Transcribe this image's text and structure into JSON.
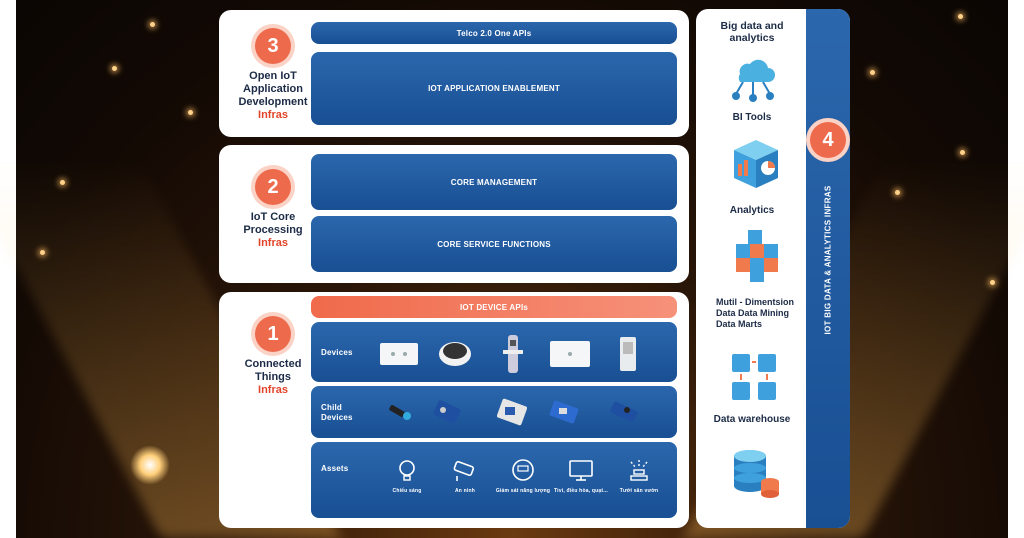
{
  "layers": {
    "l3": {
      "number": "3",
      "label": "Open IoT Application Development",
      "infras": "Infras",
      "bars": [
        "Telco 2.0 One APIs",
        "IOT APPLICATION ENABLEMENT"
      ]
    },
    "l2": {
      "number": "2",
      "label": "IoT Core Processing",
      "infras": "Infras",
      "bars": [
        "CORE MANAGEMENT",
        "CORE SERVICE FUNCTIONS"
      ]
    },
    "l1": {
      "number": "1",
      "label": "Connected Things",
      "infras": "Infras",
      "apis": "IOT DEVICE APIs",
      "rows": {
        "devices": "Devices",
        "child": "Child Devices",
        "assets": "Assets"
      },
      "assets": [
        "Chiếu sáng",
        "An ninh",
        "Giám sát năng lượng",
        "Tivi, điều hòa, quạt...",
        "Tưới sân vườn"
      ]
    }
  },
  "right": {
    "number": "4",
    "vertical_title": "IOT BIG DATA & ANALYTICS INFRAS",
    "items": [
      "Big data and analytics",
      "BI Tools",
      "Analytics",
      "Mutil - Dimentsion Data Data Mining Data Marts",
      "Data warehouse"
    ]
  },
  "colors": {
    "accent": "#ee6a4c",
    "bar_blue": "#194f93",
    "infras_red": "#e2442a",
    "text_dark": "#1c2b46"
  }
}
